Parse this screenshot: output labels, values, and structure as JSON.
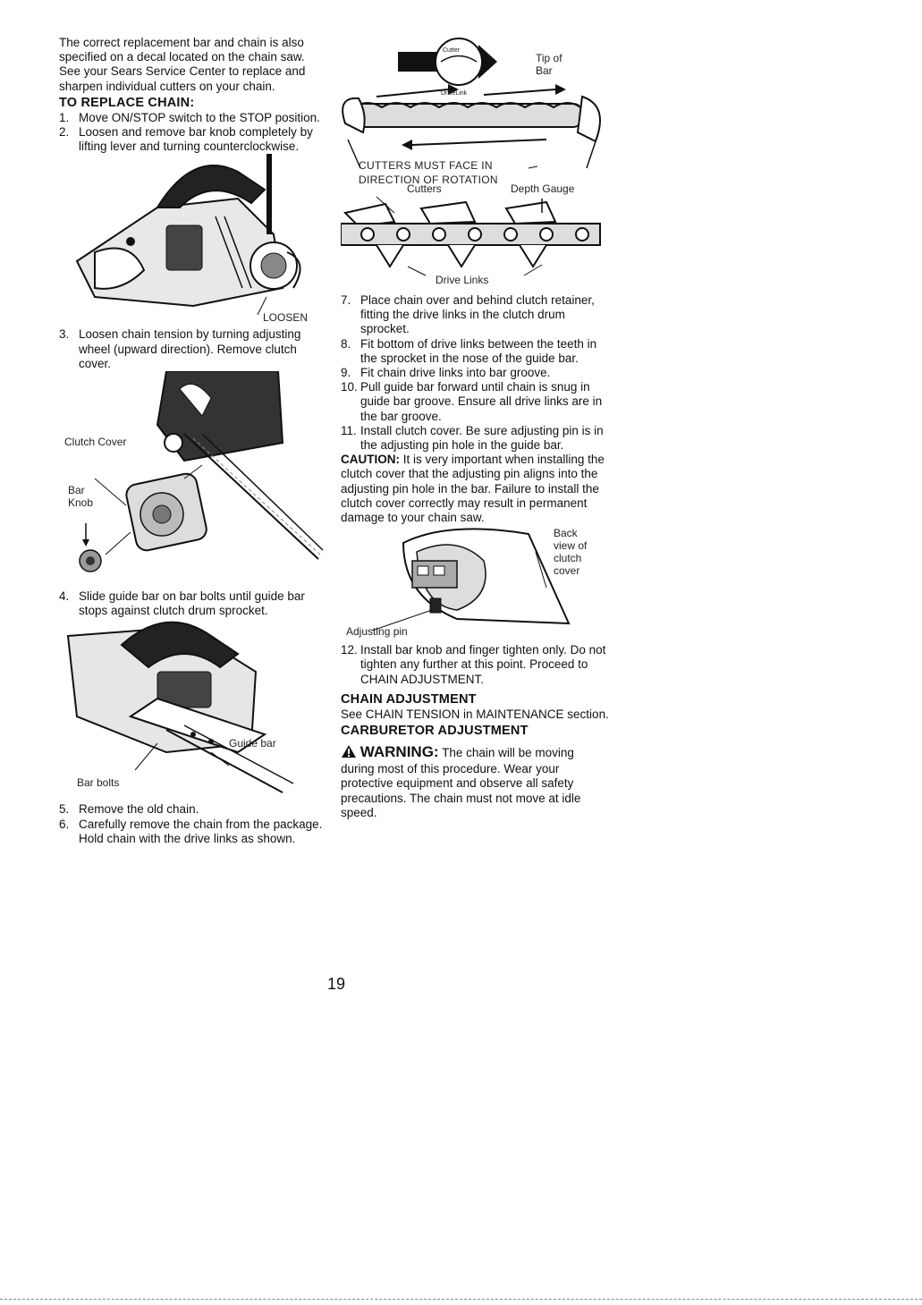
{
  "intro": [
    "The correct replacement bar and chain is also specified on a decal located on the chain saw.",
    "See your Sears Service Center to replace and sharpen individual cutters on your chain."
  ],
  "replace_heading": "TO REPLACE CHAIN:",
  "steps": [
    {
      "num": "1.",
      "text": "Move ON/STOP switch to the STOP position."
    },
    {
      "num": "2.",
      "text": "Loosen and remove bar knob completely by lifting lever and turning counterclockwise."
    },
    {
      "num": "3.",
      "text": "Loosen chain tension by turning adjusting wheel (upward direction). Remove clutch cover."
    },
    {
      "num": "4.",
      "text": "Slide guide bar on bar bolts until guide bar stops against clutch drum sprocket."
    },
    {
      "num": "5.",
      "text": "Remove the old chain."
    },
    {
      "num": "6.",
      "text": "Carefully remove the chain from the package. Hold chain with the drive links as shown."
    },
    {
      "num": "7.",
      "text": "Place chain over and behind clutch retainer, fitting the drive links in the clutch drum sprocket."
    },
    {
      "num": "8.",
      "text": "Fit bottom of drive links between the teeth in the sprocket in the nose of the guide bar."
    },
    {
      "num": "9.",
      "text": "Fit chain drive links into bar groove."
    },
    {
      "num": "10.",
      "text": "Pull guide bar forward until chain is snug in guide bar groove. Ensure all drive links are in the bar groove."
    },
    {
      "num": "11.",
      "text": "Install clutch cover. Be sure adjusting pin is in the adjusting pin hole in the guide bar."
    },
    {
      "num": "12.",
      "text": "Install bar knob and finger tighten only. Do not tighten any further at this point. Proceed to CHAIN ADJUSTMENT."
    }
  ],
  "figures": {
    "loosen": "LOOSEN",
    "clutch_cover": "Clutch Cover",
    "bar_knob_1": "Bar",
    "bar_knob_2": "Knob",
    "guide_bar": "Guide bar",
    "bar_bolts": "Bar bolts",
    "tip_of_bar_1": "Tip of",
    "tip_of_bar_2": "Bar",
    "cutter_small": "Cutter",
    "drive_link_small": "DriveLink",
    "cutters_must_face_1": "CUTTERS MUST FACE IN",
    "cutters_must_face_2": "DIRECTION OF ROTATION",
    "cutters": "Cutters",
    "depth_gauge": "Depth Gauge",
    "drive_links": "Drive Links",
    "back_view_1": "Back",
    "back_view_2": "view of",
    "back_view_3": "clutch",
    "back_view_4": "cover",
    "adjusting_pin": "Adjusting pin"
  },
  "caution": {
    "label": "CAUTION:",
    "text": "It is very important when installing the clutch cover that the adjusting pin aligns into the adjusting pin hole in the bar. Failure to install the clutch cover correctly may result in permanent damage to your chain saw."
  },
  "chain_adjustment": {
    "heading": "CHAIN ADJUSTMENT",
    "text": "See CHAIN TENSION in MAINTENANCE section."
  },
  "carburetor": {
    "heading": "CARBURETOR ADJUSTMENT",
    "warning_label": "WARNING:",
    "warning_text": "The chain will be moving during most of this procedure. Wear your protective equipment and observe all safety precautions. The chain must not move at idle speed."
  },
  "page_number": "19"
}
